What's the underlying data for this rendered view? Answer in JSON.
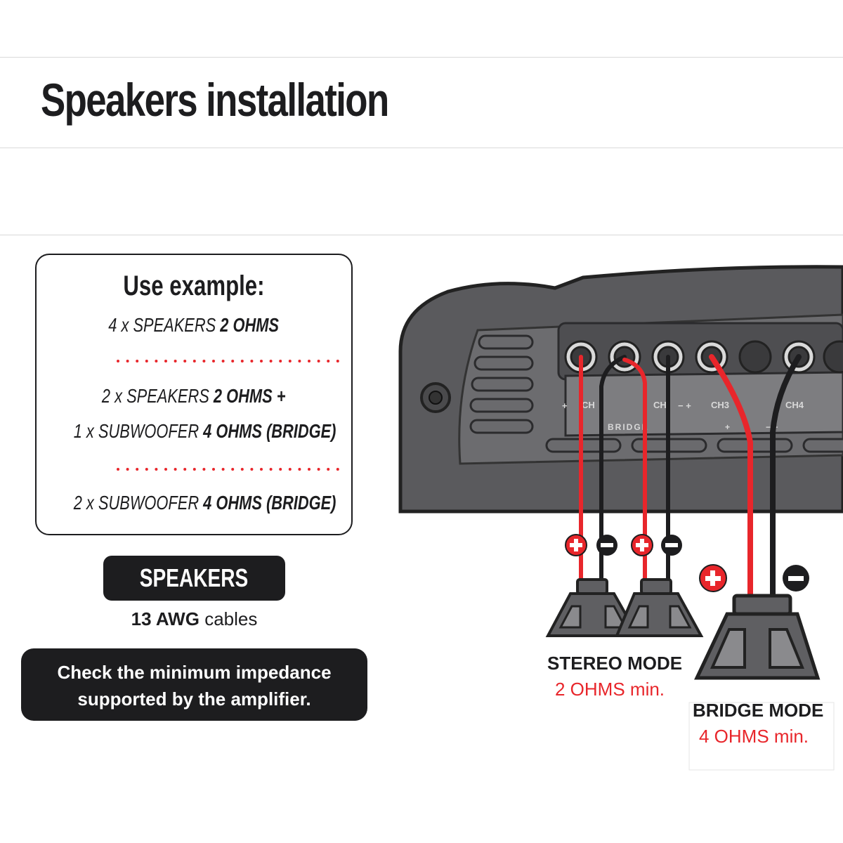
{
  "title": "Speakers installation",
  "use_example": {
    "heading": "Use example:",
    "options": [
      {
        "lines": [
          {
            "plain": "4 x SPEAKERS ",
            "bold": "2 OHMS",
            "after": ""
          }
        ]
      },
      {
        "lines": [
          {
            "plain": "2 x SPEAKERS ",
            "bold": "2 OHMS",
            "after": " +"
          },
          {
            "plain": "1 x SUBWOOFER  ",
            "bold": "4 OHMS (BRIDGE)",
            "after": ""
          }
        ]
      },
      {
        "lines": [
          {
            "plain": "2 x SUBWOOFER ",
            "bold": "4 OHMS (BRIDGE)",
            "after": ""
          }
        ]
      }
    ]
  },
  "cable_badge": "SPEAKERS",
  "cable_gauge": "13 AWG",
  "cable_word": "cables",
  "notice": {
    "line1": "Check the minimum impedance",
    "line2": "supported by the amplifier."
  },
  "amplifier": {
    "labels": {
      "ch3": "CH3",
      "ch4": "CH4",
      "bridge": "BRIDGE",
      "ch2_partial": "CH",
      "ch1_partial": "CH"
    }
  },
  "stereo": {
    "name": "STEREO MODE",
    "min": "2 OHMS min."
  },
  "bridge": {
    "name": "BRIDGE MODE",
    "min": "4 OHMS min."
  },
  "colors": {
    "positive": "#e8262b",
    "negative": "#1d1d1f",
    "amp_body": "#5a5a5d",
    "amp_panel": "#7d7d80",
    "speaker": "#5f5f62"
  }
}
